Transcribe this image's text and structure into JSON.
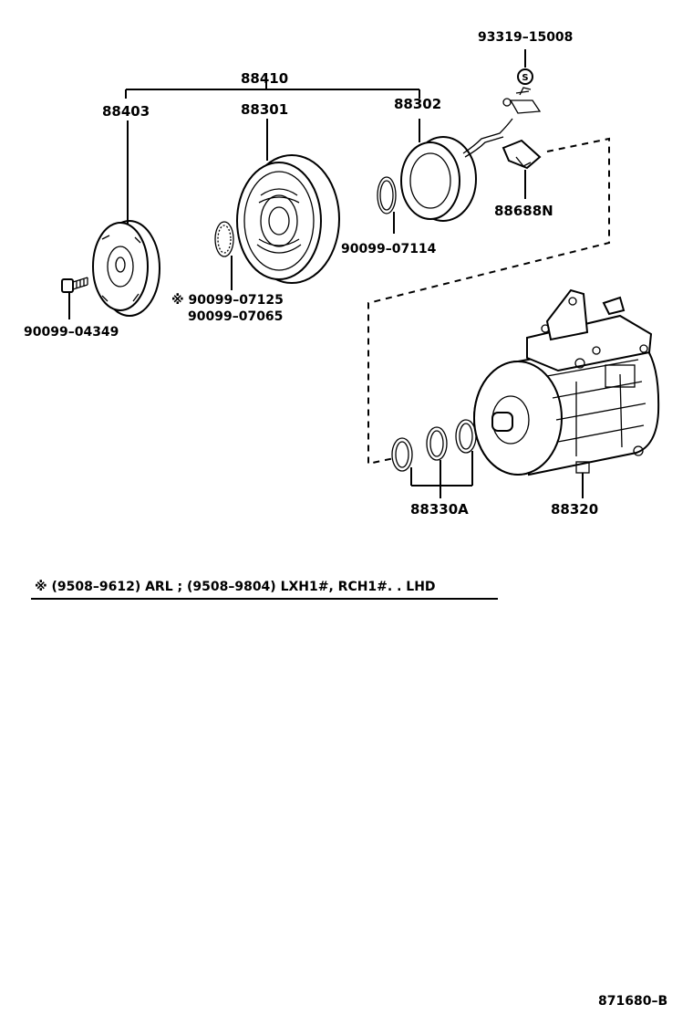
{
  "labels": {
    "p88410": "88410",
    "p88403": "88403",
    "p88301": "88301",
    "p88302": "88302",
    "p93319": "93319–15008",
    "p88688N": "88688N",
    "p90099_07114": "90099–07114",
    "p90099_07125": "※ 90099–07125",
    "p90099_07065": "90099–07065",
    "p90099_04349": "90099–04349",
    "p88330A": "88330A",
    "p88320": "88320"
  },
  "note": "※  (9508–9612) ARL ;  (9508–9804) LXH1#, RCH1#. .  LHD",
  "ref_code": "871680–B",
  "icons": [
    "clutch-plate-icon",
    "pulley-icon",
    "stator-coil-icon",
    "snap-ring-icon",
    "bolt-icon",
    "o-ring-icon",
    "compressor-icon",
    "bracket-icon",
    "screw-icon"
  ]
}
